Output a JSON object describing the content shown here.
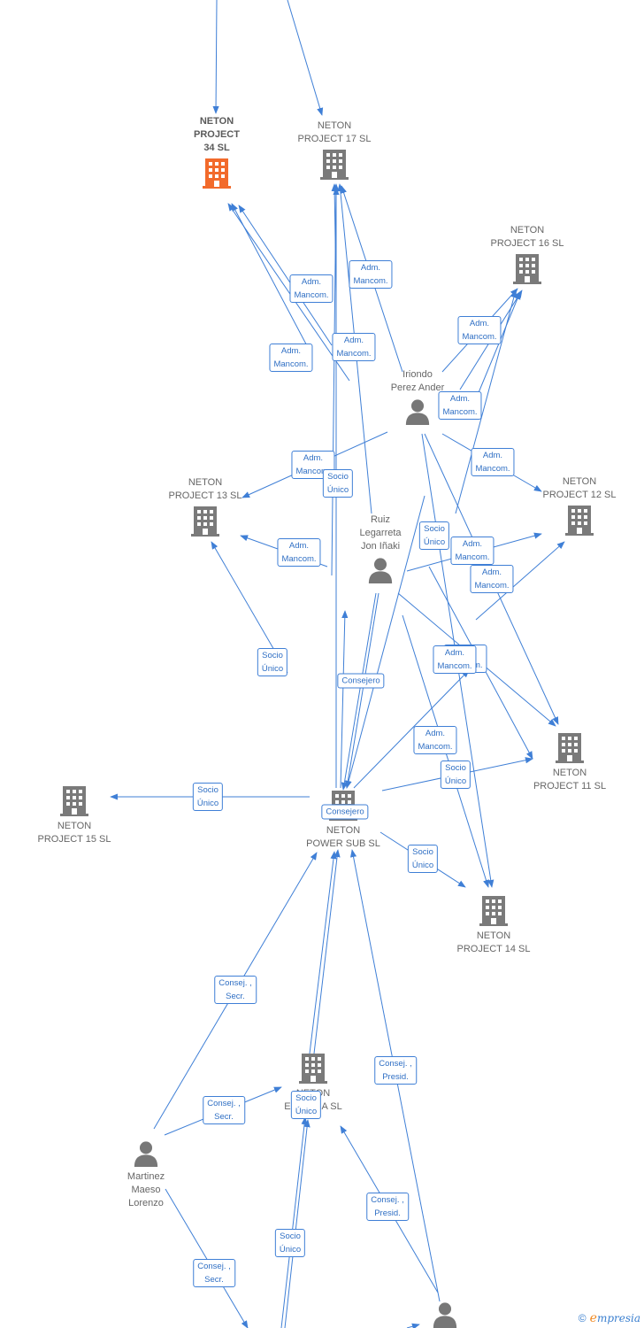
{
  "colors": {
    "edge": "#3f7fd6",
    "building": "#7a7a7a",
    "building_highlight": "#f26a2b",
    "person": "#777777",
    "brand_accent": "#f08a24"
  },
  "nodes": [
    {
      "id": "np34",
      "label": "NETON\nPROJECT\n34  SL",
      "type": "company",
      "highlight": true
    },
    {
      "id": "np17",
      "label": "NETON\nPROJECT 17  SL",
      "type": "company"
    },
    {
      "id": "np16",
      "label": "NETON\nPROJECT 16  SL",
      "type": "company"
    },
    {
      "id": "np13",
      "label": "NETON\nPROJECT 13  SL",
      "type": "company"
    },
    {
      "id": "np12",
      "label": "NETON\nPROJECT 12  SL",
      "type": "company"
    },
    {
      "id": "np11",
      "label": "NETON\nPROJECT 11  SL",
      "type": "company"
    },
    {
      "id": "np15",
      "label": "NETON\nPROJECT 15  SL",
      "type": "company"
    },
    {
      "id": "nps",
      "label": "NETON\nPOWER SUB  SL",
      "type": "company"
    },
    {
      "id": "np14",
      "label": "NETON\nPROJECT 14  SL",
      "type": "company"
    },
    {
      "id": "ne",
      "label": "NETON\nENERGIA  SL",
      "type": "company"
    },
    {
      "id": "ipa",
      "label": "Iriondo\nPerez Ander",
      "type": "person"
    },
    {
      "id": "rlj",
      "label": "Ruiz\nLegarreta\nJon Iñaki",
      "type": "person"
    },
    {
      "id": "mml",
      "label": "Martinez\nMaeso\nLorenzo",
      "type": "person"
    },
    {
      "id": "p4",
      "label": "",
      "type": "person"
    }
  ],
  "edge_labels": [
    {
      "id": "e1",
      "text": "Adm.\nMancom."
    },
    {
      "id": "e2",
      "text": "Adm.\nMancom."
    },
    {
      "id": "e3",
      "text": "Adm.\nMancom."
    },
    {
      "id": "e4",
      "text": "Adm.\nMancom."
    },
    {
      "id": "e5",
      "text": "Adm.\nMancom."
    },
    {
      "id": "e6",
      "text": "Adm.\nMancom."
    },
    {
      "id": "e7",
      "text": "Adm.\nMancom."
    },
    {
      "id": "e8",
      "text": "Adm.\nMancom."
    },
    {
      "id": "e9",
      "text": "Socio\nÚnico"
    },
    {
      "id": "e10",
      "text": "Adm.\nMancom."
    },
    {
      "id": "e11",
      "text": "Socio\nÚnico"
    },
    {
      "id": "e12",
      "text": "Adm.\nMancom."
    },
    {
      "id": "e13",
      "text": "Adm.\nMancom."
    },
    {
      "id": "e14",
      "text": "Socio\nÚnico"
    },
    {
      "id": "e15",
      "text": "Consejero"
    },
    {
      "id": "e16",
      "text": "Adm.\nMancom."
    },
    {
      "id": "e17",
      "text": "Adm.\nMancom."
    },
    {
      "id": "e18",
      "text": "Adm.\nMancom."
    },
    {
      "id": "e19",
      "text": "Socio\nÚnico"
    },
    {
      "id": "e20",
      "text": "Socio\nÚnico"
    },
    {
      "id": "e21",
      "text": "Consejero"
    },
    {
      "id": "e22",
      "text": "Socio\nÚnico"
    },
    {
      "id": "e23",
      "text": "Consej. ,\nSecr."
    },
    {
      "id": "e24",
      "text": "Consej. ,\nPresid."
    },
    {
      "id": "e25",
      "text": "Consej. ,\nSecr."
    },
    {
      "id": "e26",
      "text": "Socio\nÚnico"
    },
    {
      "id": "e27",
      "text": "Consej. ,\nPresid."
    },
    {
      "id": "e28",
      "text": "Socio\nÚnico"
    },
    {
      "id": "e29",
      "text": "Consej. ,\nSecr."
    }
  ],
  "footer": {
    "copyright": "©",
    "brand_first": "e",
    "brand_rest": "mpresia"
  }
}
